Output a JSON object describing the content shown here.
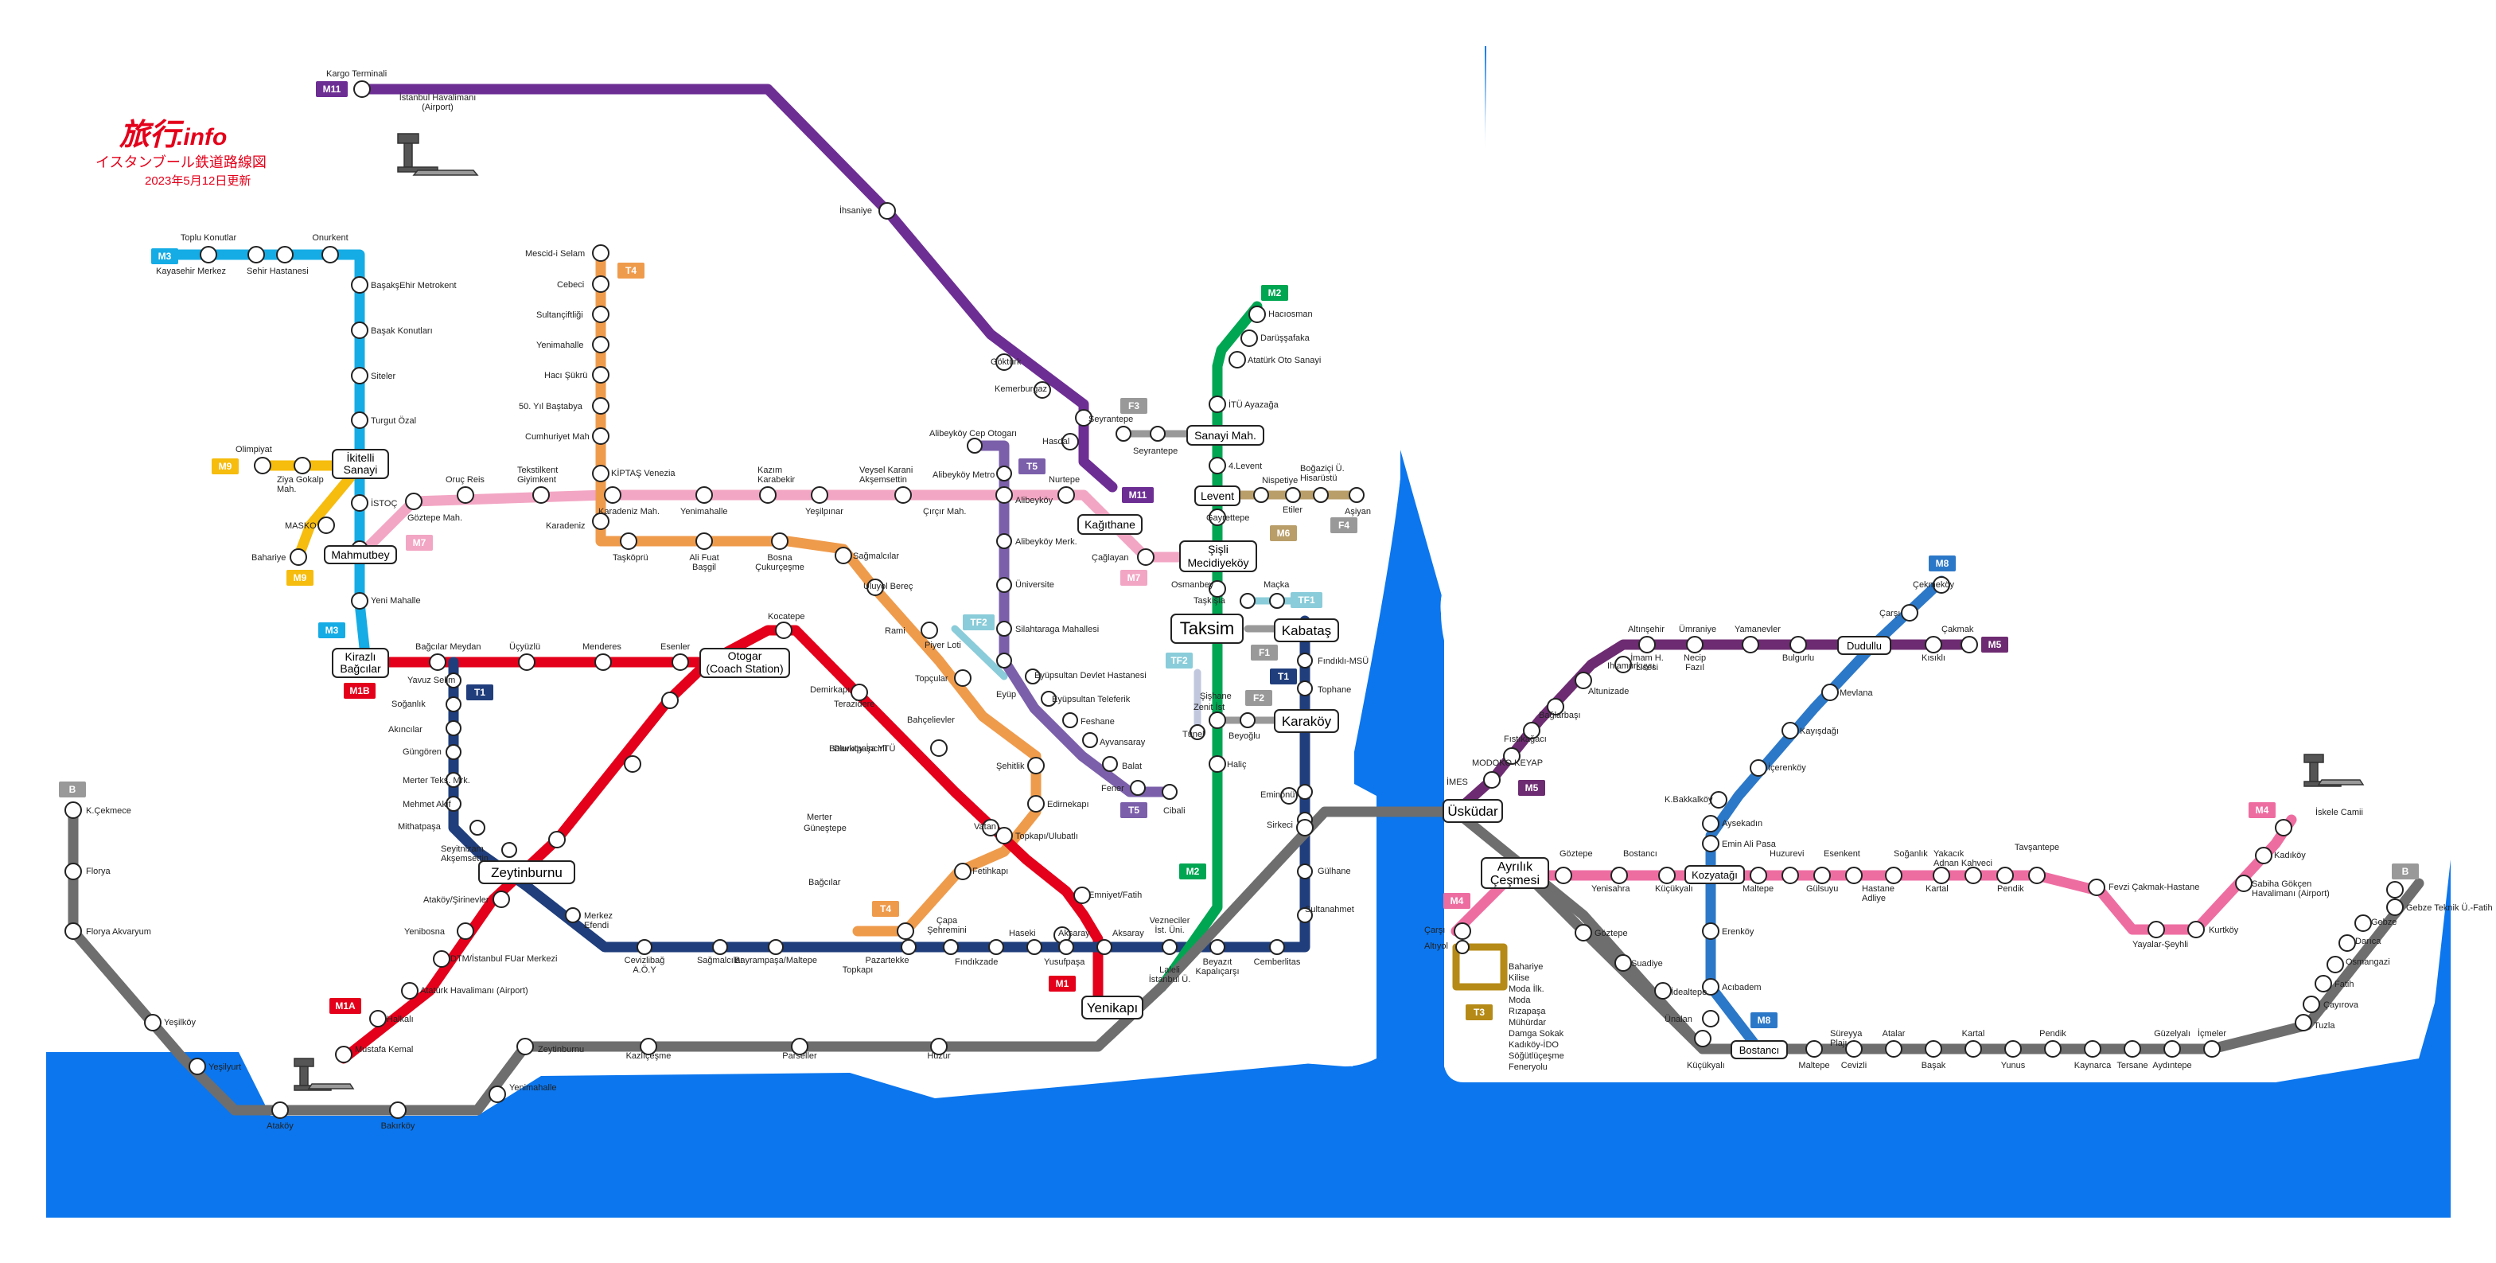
{
  "header": {
    "logo_main": "旅行",
    "logo_suffix": ".info",
    "subtitle": "イスタンブール鉄道路線図",
    "date": "2023年5月12日更新"
  },
  "colors": {
    "water": "#0B76EE",
    "m1": "#E4001A",
    "m2": "#00A652",
    "m3": "#15ACE5",
    "m4": "#EE6DA1",
    "m5": "#6D2B71",
    "m6": "#B99E6A",
    "m7": "#F2A6C3",
    "m8": "#2C78C8",
    "m9": "#F6BC0E",
    "m11": "#6D2E94",
    "t1": "#203E7C",
    "t3": "#B68A16",
    "t4": "#EF9B4C",
    "t5": "#7B5FAA",
    "tf": "#8ACCD9",
    "f": "#999999",
    "marmaray": "#6E6E6E"
  },
  "badges": [
    {
      "t": "M11",
      "c": "m11"
    },
    {
      "t": "M3",
      "c": "m3"
    },
    {
      "t": "T4",
      "c": "t4"
    },
    {
      "t": "M9",
      "c": "m9"
    },
    {
      "t": "M9",
      "c": "m9"
    },
    {
      "t": "M7",
      "c": "m7"
    },
    {
      "t": "M3",
      "c": "m3"
    },
    {
      "t": "M1B",
      "c": "m1"
    },
    {
      "t": "T1",
      "c": "t1"
    },
    {
      "t": "T5",
      "c": "t5"
    },
    {
      "t": "M11",
      "c": "m11"
    },
    {
      "t": "M7",
      "c": "m7"
    },
    {
      "t": "F3",
      "c": "f"
    },
    {
      "t": "M2",
      "c": "m2"
    },
    {
      "t": "M6",
      "c": "m6"
    },
    {
      "t": "F4",
      "c": "f"
    },
    {
      "t": "TF2",
      "c": "tf"
    },
    {
      "t": "TF1",
      "c": "tf"
    },
    {
      "t": "TF2",
      "c": "tf"
    },
    {
      "t": "F1",
      "c": "f"
    },
    {
      "t": "F2",
      "c": "f"
    },
    {
      "t": "T1",
      "c": "t1"
    },
    {
      "t": "T5",
      "c": "t5"
    },
    {
      "t": "M2",
      "c": "m2"
    },
    {
      "t": "T4",
      "c": "t4"
    },
    {
      "t": "M1",
      "c": "m1"
    },
    {
      "t": "M1A",
      "c": "m1"
    },
    {
      "t": "B",
      "c": "f"
    },
    {
      "t": "M8",
      "c": "m8"
    },
    {
      "t": "M5",
      "c": "m5"
    },
    {
      "t": "M5",
      "c": "m5"
    },
    {
      "t": "M4",
      "c": "m4"
    },
    {
      "t": "M4",
      "c": "m4"
    },
    {
      "t": "T3",
      "c": "t3"
    },
    {
      "t": "M8",
      "c": "m8"
    },
    {
      "t": "B",
      "c": "f"
    }
  ],
  "hubs": [
    "İkitelli\nSanayi",
    "Mahmutbey",
    "Kirazlı\nBağcılar",
    "Otogar\n(Coach Station)",
    "Kağıthane",
    "Sanayi Mah.",
    "Levent",
    "Şişli\nMecidiyeköy",
    "Taksim",
    "Kabataş",
    "Karaköy",
    "Zeytinburnu",
    "Yenikapı",
    "Üsküdar",
    "Ayrılık\nÇeşmesi",
    "Kozyatağı",
    "Dudullu",
    "Bostancı"
  ],
  "labels": [
    "Kargo Terminali",
    "İstanbul Havalimanı\n(Airport)",
    "İhsaniye",
    "Göktürk",
    "Kemerburgaz",
    "Hasdal",
    "Seyrantepe",
    "Toplu Konutlar",
    "Onurkent",
    "Kayasehir Merkez",
    "Sehir Hastanesi",
    "BaşakşEhir Metrokent",
    "Başak Konutları",
    "Siteler",
    "Turgut Özal",
    "Olimpiyat",
    "Ziya Gokalp\nMah.",
    "MASKO",
    "Bahariye",
    "İSTOÇ",
    "Göztepe Mah.",
    "Oruç Reis",
    "Tekstilkent\nGiyimkent",
    "Karadeniz Mah.",
    "Yenimahalle",
    "Kazım\nKarabekir",
    "Yeşilpınar",
    "Veysel Karani\nAkşemsettin",
    "Çırçır Mah.",
    "Alibeyköy Metro",
    "Nurtepe",
    "Çağlayan",
    "Yeni Mahalle",
    "Mescid-i Selam",
    "Cebeci",
    "Sultançiftliği",
    "Yenimahalle",
    "Hacı Şükrü",
    "50. Yıl Baştabya",
    "Cumhuriyet Mah",
    "KİPTAŞ Venezia",
    "Karadeniz",
    "Taşköprü",
    "Ali Fuat\nBaşgil",
    "Bosna\nÇukurçeşme",
    "Sağmalcılar",
    "Uluyol Bereç",
    "Rami",
    "Topçular",
    "Şehitlik",
    "Edirnekapı",
    "Vatan",
    "Topkapı/Ulubatlı",
    "Fetihkapı",
    "Çapa\nŞehremini",
    "Pazartekke",
    "Topkapı",
    "Alibeyköy Cep Otogarı",
    "Alibeyköy",
    "Alibeyköy Merk.",
    "Üniversite",
    "Silahtaraga Mahallesi",
    "Piyer Loti",
    "Eyüp",
    "Eyüpsultan Devlet Hastanesi",
    "Eyüpsultan Teleferik",
    "Feshane",
    "Ayvansaray",
    "Balat",
    "Fener",
    "Cibali",
    "Hacıosman",
    "Darüşşafaka",
    "Atatürk Oto Sanayi",
    "İTÜ Ayazağa",
    "Seyrantepe",
    "4.Levent",
    "Nispetiye",
    "Etiler",
    "Boğaziçi Ü.\nHisarüstü",
    "Aşiyan",
    "Gayrettepe",
    "Osmanbey",
    "Taşkışla",
    "Maçka",
    "Şişhane",
    "Zenit İst",
    "Tünel",
    "Beyoğlu",
    "Haliç",
    "Fındıklı-MSÜ",
    "Tophane",
    "Eminönü",
    "Sirkeci",
    "Gülhane",
    "Sultanahmet",
    "Cemberlitas",
    "Beyazıt\nKapalıçarşı",
    "Vezneciler\nİst. Üni.",
    "Laleli\nİstanbul Ü.",
    "Aksaray",
    "Aksaray",
    "Yusufpaşa",
    "Haseki",
    "Fındıkzade",
    "Emniyet/Fatih",
    "Bağcılar Meydan",
    "Üçyüzlü",
    "Menderes",
    "Esenler",
    "Kocatepe",
    "Terazidere",
    "Davutpaşa YTÜ",
    "Merter",
    "Bağcılar",
    "Güneştepe",
    "Yavuz Selim",
    "Soğanlık",
    "Akıncılar",
    "Güngören",
    "Merter Teks. Mrk.",
    "Mehmet Akif",
    "Mithatpaşa",
    "Seyitnizam\nAkşemsettin",
    "Merkez\nEfendi",
    "Cevizlibağ\nA.Ö.Y",
    "Sağmalcılar",
    "Bayrampaşa/Maltepe",
    "Demirkapı",
    "Bakırköy-İncirli",
    "Bahçelievler",
    "Ataköy/Şirinevler",
    "Yenibosna",
    "DTM/İstanbul FUar Merkezi",
    "Atatürk Havalimanı (Airport)",
    "Halkalı",
    "Mustafa Kemal",
    "K.Çekmece",
    "Florya",
    "Florya Akvaryum",
    "Yeşilköy",
    "Yeşilyurt",
    "Ataköy",
    "Bakırköy",
    "Yenimahalle",
    "Zeytinburnu",
    "Kazlıçeşme",
    "Parseller",
    "Huzur",
    "Çekmeköy",
    "Çarşı",
    "Çakmak",
    "Altınşehir",
    "Ümraniye",
    "Yamanevler",
    "Ihlamurkuyu",
    "İmam H.\nLisesi",
    "Necip\nFazıl",
    "Bulgurlu",
    "Kısıklı",
    "Altunizade",
    "Bağlarbaşı",
    "Fıstıkağacı",
    "MODOKO KEYAP",
    "İMES",
    "Mevlana",
    "Kayışdağı",
    "İçerenköy",
    "K.Bakkalköy",
    "Aysekadın",
    "Emin Ali Pasa",
    "Erenköy",
    "Acıbadem",
    "Ünalan",
    "Göztepe",
    "Yenisahra",
    "Bostancı",
    "Küçükyalı",
    "Maltepe",
    "Huzurevi",
    "Gülsuyu",
    "Esenkent",
    "Hastane\nAdliye",
    "Soğanlık",
    "Kartal",
    "Yakacık\nAdnan Kahveci",
    "Pendik",
    "Tavşantepe",
    "Fevzi Çakmak-Hastane",
    "Yayalar-Şeyhli",
    "Kurtköy",
    "Sabiha Gökçen\nHavalimanı (Airport)",
    "Kadıköy",
    "İskele Camii",
    "Çarşı",
    "Altıyol",
    "Bahariye",
    "Kilise",
    "Moda İlk.",
    "Moda",
    "Rızapaşa",
    "Mühürdar",
    "Damga Sokak",
    "Kadıköy-İDO",
    "Söğütlüçeşme",
    "Feneryolu",
    "Göztepe",
    "Suadiye",
    "İdealtepe",
    "Küçükyalı",
    "Süreyya\nPlajı",
    "Maltepe",
    "Cevizli",
    "Atalar",
    "Başak",
    "Kartal",
    "Yunus",
    "Pendik",
    "Kaynarca",
    "Tersane",
    "Güzelyalı",
    "Aydıntepe",
    "İçmeler",
    "Tuzla",
    "Çayırova",
    "Fatih",
    "Osmangazi",
    "Darıca",
    "Gebze",
    "Gebze Teknik Ü.-Fatih"
  ]
}
